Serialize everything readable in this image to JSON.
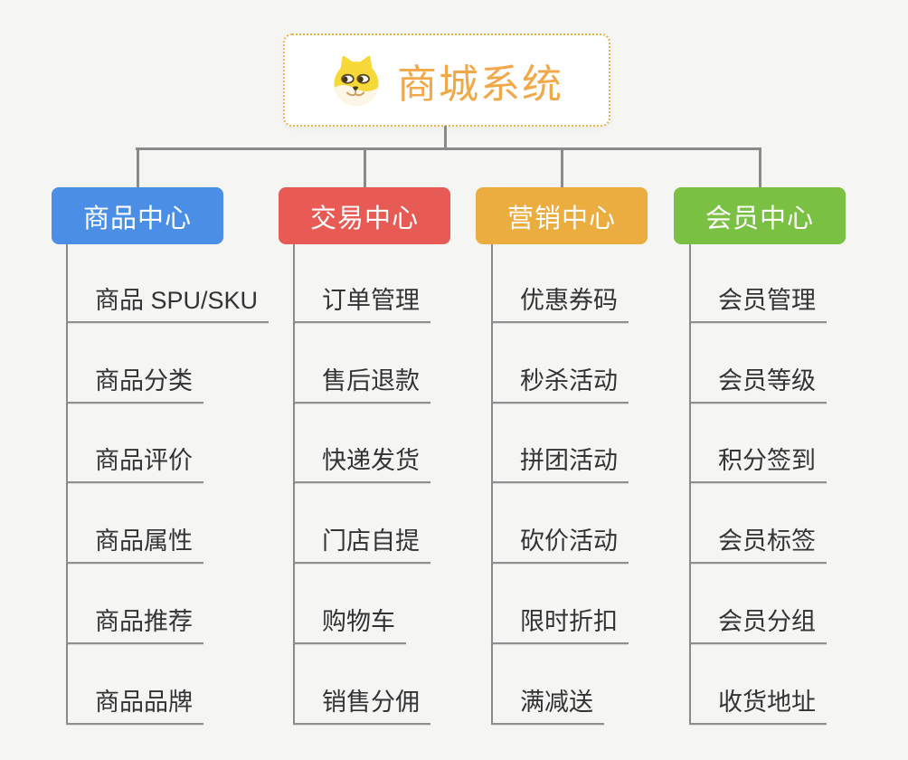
{
  "root": {
    "title": "商城系统",
    "icon": "doge-icon"
  },
  "branches": [
    {
      "label": "商品中心",
      "color": "#4A8EE6",
      "items": [
        "商品 SPU/SKU",
        "商品分类",
        "商品评价",
        "商品属性",
        "商品推荐",
        "商品品牌"
      ]
    },
    {
      "label": "交易中心",
      "color": "#E85A54",
      "items": [
        "订单管理",
        "售后退款",
        "快递发货",
        "门店自提",
        "购物车",
        "销售分佣"
      ]
    },
    {
      "label": "营销中心",
      "color": "#EBAC40",
      "items": [
        "优惠券码",
        "秒杀活动",
        "拼团活动",
        "砍价活动",
        "限时折扣",
        "满减送"
      ]
    },
    {
      "label": "会员中心",
      "color": "#7AC143",
      "items": [
        "会员管理",
        "会员等级",
        "积分签到",
        "会员标签",
        "会员分组",
        "收货地址"
      ]
    }
  ],
  "colors": {
    "background": "#F5F5F4",
    "root_text": "#F2A848",
    "root_border": "#EDB14C",
    "connector": "#8A8A8A",
    "item_underline": "#8F8F8F",
    "item_text": "#333333",
    "branch_text": "#FFFFFF"
  }
}
